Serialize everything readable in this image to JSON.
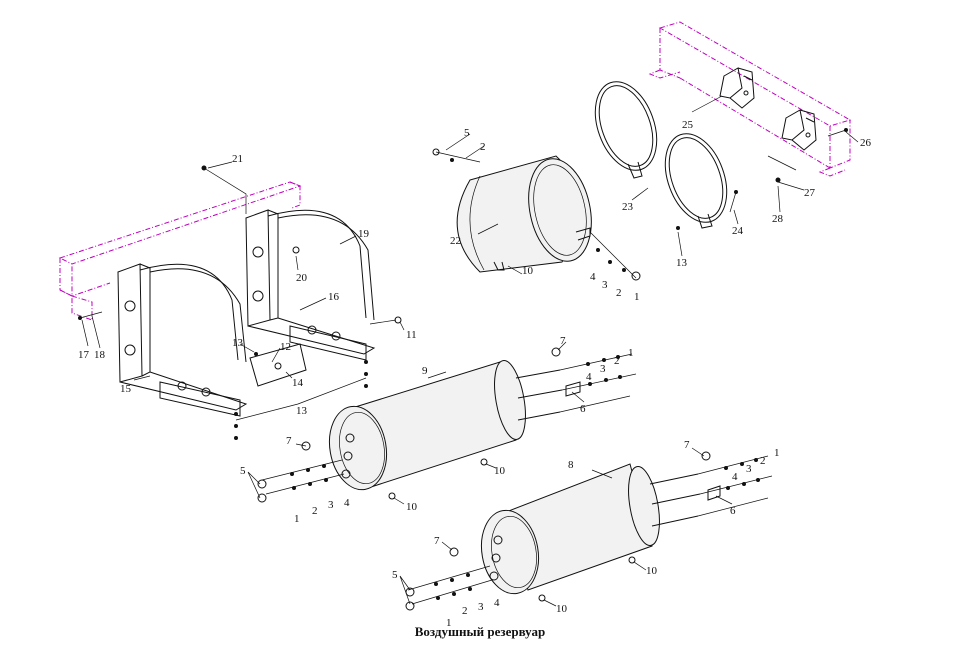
{
  "caption": "Воздушный резервуар",
  "callouts": [
    {
      "id": "c21",
      "text": "21"
    },
    {
      "id": "c19",
      "text": "19"
    },
    {
      "id": "c20",
      "text": "20"
    },
    {
      "id": "c16",
      "text": "16"
    },
    {
      "id": "c11",
      "text": "11"
    },
    {
      "id": "c13a",
      "text": "13"
    },
    {
      "id": "c12",
      "text": "12"
    },
    {
      "id": "c14",
      "text": "14"
    },
    {
      "id": "c15",
      "text": "15"
    },
    {
      "id": "c13b",
      "text": "13"
    },
    {
      "id": "c17",
      "text": "17"
    },
    {
      "id": "c18",
      "text": "18"
    },
    {
      "id": "c5a",
      "text": "5"
    },
    {
      "id": "c2a",
      "text": "2"
    },
    {
      "id": "c22",
      "text": "22"
    },
    {
      "id": "c10a",
      "text": "10"
    },
    {
      "id": "c4a",
      "text": "4"
    },
    {
      "id": "c3a",
      "text": "3"
    },
    {
      "id": "c2b",
      "text": "2"
    },
    {
      "id": "c1a",
      "text": "1"
    },
    {
      "id": "c25",
      "text": "25"
    },
    {
      "id": "c26",
      "text": "26"
    },
    {
      "id": "c27",
      "text": "27"
    },
    {
      "id": "c28",
      "text": "28"
    },
    {
      "id": "c23",
      "text": "23"
    },
    {
      "id": "c24",
      "text": "24"
    },
    {
      "id": "c13c",
      "text": "13"
    },
    {
      "id": "c7a",
      "text": "7"
    },
    {
      "id": "c9",
      "text": "9"
    },
    {
      "id": "c1b",
      "text": "1"
    },
    {
      "id": "c2c",
      "text": "2"
    },
    {
      "id": "c3b",
      "text": "3"
    },
    {
      "id": "c4b",
      "text": "4"
    },
    {
      "id": "c6a",
      "text": "6"
    },
    {
      "id": "c7b",
      "text": "7"
    },
    {
      "id": "c5b",
      "text": "5"
    },
    {
      "id": "c1c",
      "text": "1"
    },
    {
      "id": "c2d",
      "text": "2"
    },
    {
      "id": "c3c",
      "text": "3"
    },
    {
      "id": "c4c",
      "text": "4"
    },
    {
      "id": "c10b",
      "text": "10"
    },
    {
      "id": "c10c",
      "text": "10"
    },
    {
      "id": "c7c",
      "text": "7"
    },
    {
      "id": "c8",
      "text": "8"
    },
    {
      "id": "c1d",
      "text": "1"
    },
    {
      "id": "c2e",
      "text": "2"
    },
    {
      "id": "c3d",
      "text": "3"
    },
    {
      "id": "c4d",
      "text": "4"
    },
    {
      "id": "c6b",
      "text": "6"
    },
    {
      "id": "c10d",
      "text": "10"
    },
    {
      "id": "c7d",
      "text": "7"
    },
    {
      "id": "c5c",
      "text": "5"
    },
    {
      "id": "c1e",
      "text": "1"
    },
    {
      "id": "c2f",
      "text": "2"
    },
    {
      "id": "c3e",
      "text": "3"
    },
    {
      "id": "c4e",
      "text": "4"
    },
    {
      "id": "c10e",
      "text": "10"
    }
  ]
}
